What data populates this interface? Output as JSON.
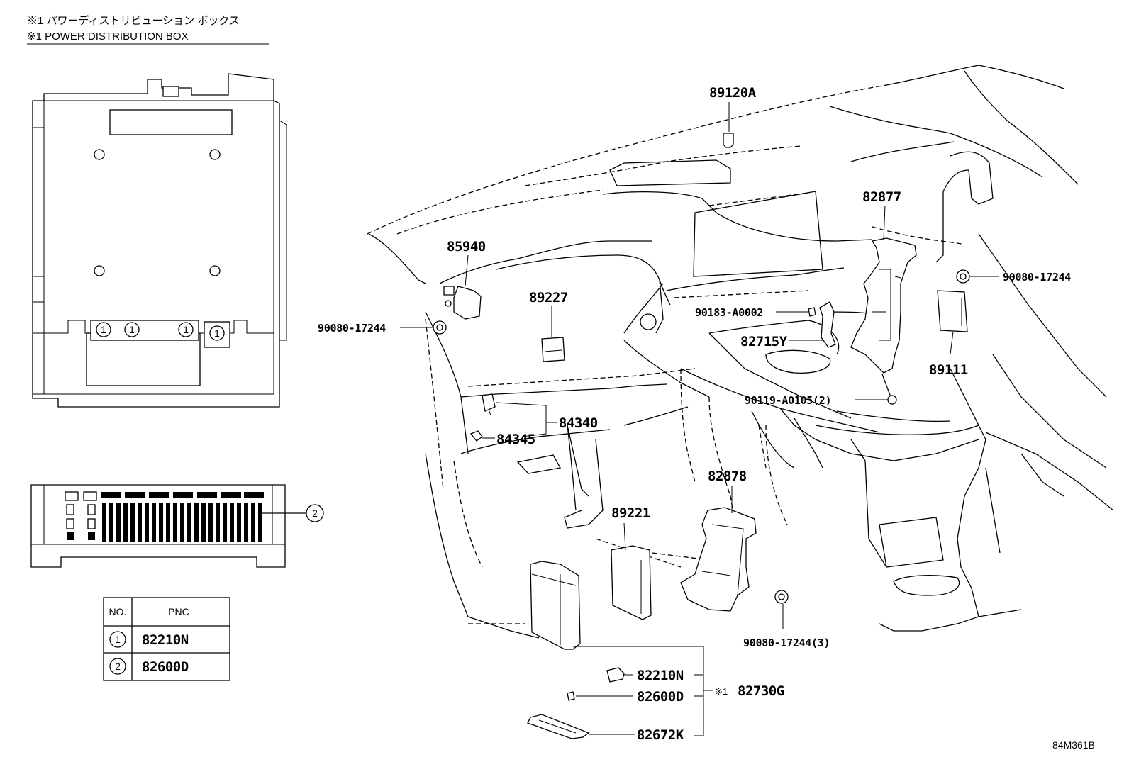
{
  "header": {
    "line1": "※1 パワーディストリビューション ボックス",
    "line2": "※1 POWER DISTRIBUTION BOX"
  },
  "callouts": {
    "one": "1",
    "two": "2"
  },
  "table": {
    "col_no": "NO.",
    "col_pnc": "PNC",
    "rows": [
      {
        "no": "1",
        "pnc": "82210N"
      },
      {
        "no": "2",
        "pnc": "82600D"
      }
    ]
  },
  "parts": {
    "p89120A": "89120A",
    "p82877": "82877",
    "p85940": "85940",
    "p89227": "89227",
    "p90080_17244_left": "90080-17244",
    "p90080_17244_right": "90080-17244",
    "p90183_A0002": "90183-A0002",
    "p82715Y": "82715Y",
    "p89111": "89111",
    "p90119_A0105": "90119-A0105(2)",
    "p84340": "84340",
    "p84345": "84345",
    "p82878": "82878",
    "p89221": "89221",
    "p90080_17244_3": "90080-17244(3)",
    "p82210N": "82210N",
    "p82600D": "82600D",
    "p82672K": "82672K",
    "p82730G": "82730G",
    "p82730G_mark": "※1"
  },
  "diagram_code": "84M361B"
}
